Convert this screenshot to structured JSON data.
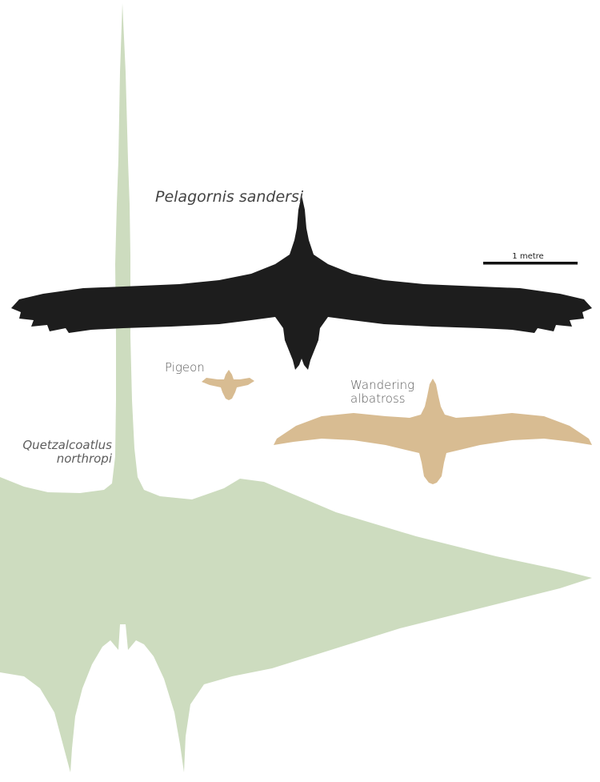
{
  "labels": {
    "pelagornis": "Pelagornis sandersi",
    "pigeon": "Pigeon",
    "albatross_line1": "Wandering",
    "albatross_line2": "albatross",
    "quetzal_line1": "Quetzalcoatlus",
    "quetzal_line2": "northropi"
  },
  "scale_bar": {
    "label": "1 metre"
  },
  "colors": {
    "quetzalcoatlus": "#cddcbf",
    "pelagornis": "#1d1d1d",
    "pigeon_albatross": "#d8bc92",
    "text": "#5d5d5d"
  }
}
